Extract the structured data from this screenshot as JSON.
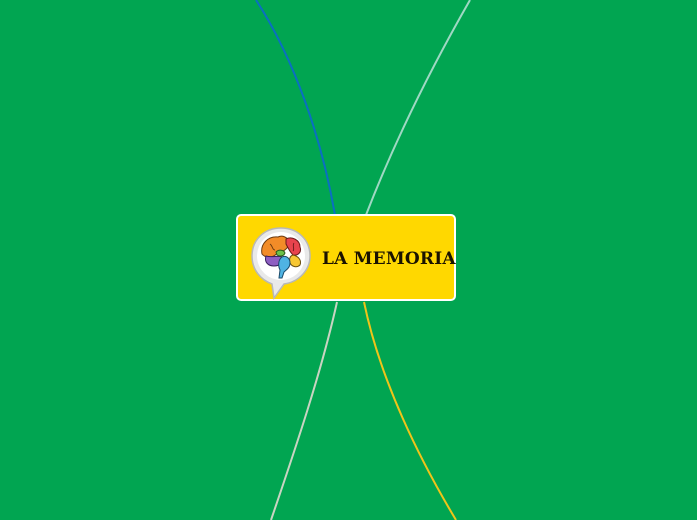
{
  "background_color": "#01a551",
  "central_topic": {
    "label": "LA MEMORIA",
    "fill_color": "#ffd800",
    "icon": "brain-icon"
  },
  "branches": [
    {
      "direction": "top-left",
      "color": "#0a6fc2"
    },
    {
      "direction": "top-right",
      "color": "#9fd8c3"
    },
    {
      "direction": "bottom-left",
      "color": "#c9d4c2"
    },
    {
      "direction": "bottom-right",
      "color": "#f0c419"
    }
  ]
}
